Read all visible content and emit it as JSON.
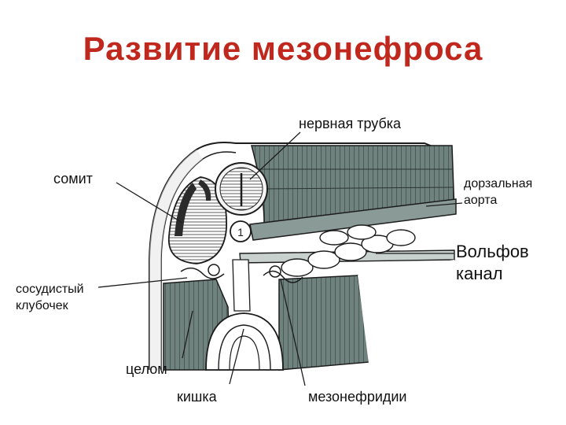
{
  "title": "Развитие мезонефроса",
  "colors": {
    "title": "#c0281e",
    "tissue_dark": "#5b6f6a",
    "tissue_mid": "#7f918c",
    "line": "#1c1c1c"
  },
  "labels": {
    "neural_tube": "нервная трубка",
    "somite": "сомит",
    "dorsal_aorta_1": "дорзальная",
    "dorsal_aorta_2": "аорта",
    "wolffian_1": "Вольфов",
    "wolffian_2": "канал",
    "glomerulus_1": "сосудистый",
    "glomerulus_2": "клубочек",
    "coelom": "целом",
    "gut": "кишка",
    "mesonephridia": "мезонефридии"
  }
}
